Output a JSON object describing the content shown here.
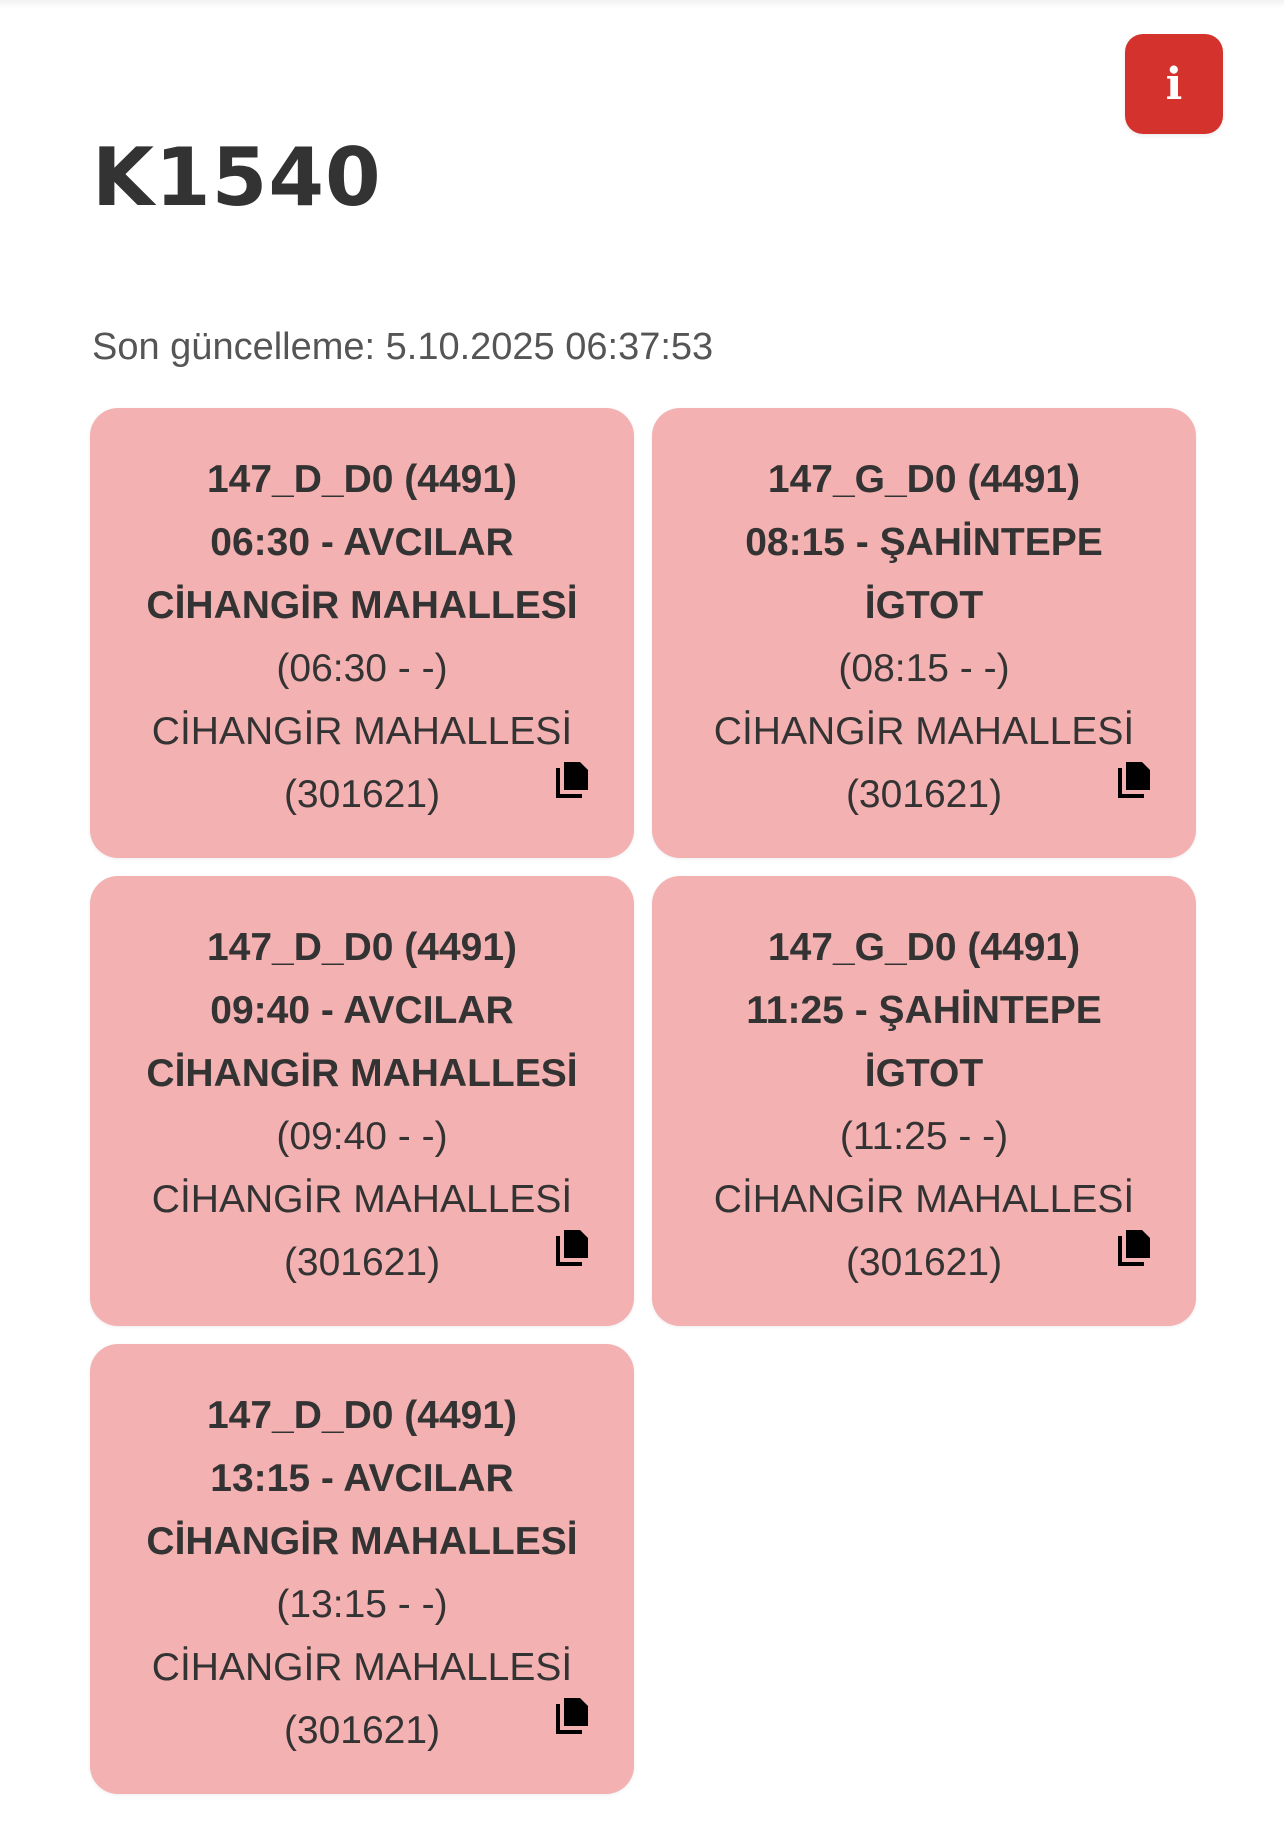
{
  "header": {
    "title": "K1540",
    "info_label": "i",
    "last_update": "Son güncelleme: 5.10.2025 06:37:53"
  },
  "colors": {
    "accent": "#d4322c",
    "card_background": "#f4b1b2"
  },
  "cards": [
    {
      "route": "147_D_D0 (4491)",
      "departure": "06:30 - AVCILAR",
      "origin": "CİHANGİR MAHALLESİ",
      "times": "(06:30 - -)",
      "stop_name": "CİHANGİR MAHALLESİ",
      "stop_code": "(301621)",
      "icon": "copy-icon"
    },
    {
      "route": "147_G_D0 (4491)",
      "departure": "08:15 - ŞAHİNTEPE",
      "origin": "İGTOT",
      "times": "(08:15 - -)",
      "stop_name": "CİHANGİR MAHALLESİ",
      "stop_code": "(301621)",
      "icon": "copy-icon"
    },
    {
      "route": "147_D_D0 (4491)",
      "departure": "09:40 - AVCILAR",
      "origin": "CİHANGİR MAHALLESİ",
      "times": "(09:40 - -)",
      "stop_name": "CİHANGİR MAHALLESİ",
      "stop_code": "(301621)",
      "icon": "copy-icon"
    },
    {
      "route": "147_G_D0 (4491)",
      "departure": "11:25 - ŞAHİNTEPE",
      "origin": "İGTOT",
      "times": "(11:25 - -)",
      "stop_name": "CİHANGİR MAHALLESİ",
      "stop_code": "(301621)",
      "icon": "copy-icon"
    },
    {
      "route": "147_D_D0 (4491)",
      "departure": "13:15 - AVCILAR",
      "origin": "CİHANGİR MAHALLESİ",
      "times": "(13:15 - -)",
      "stop_name": "CİHANGİR MAHALLESİ",
      "stop_code": "(301621)",
      "icon": "copy-icon"
    }
  ]
}
